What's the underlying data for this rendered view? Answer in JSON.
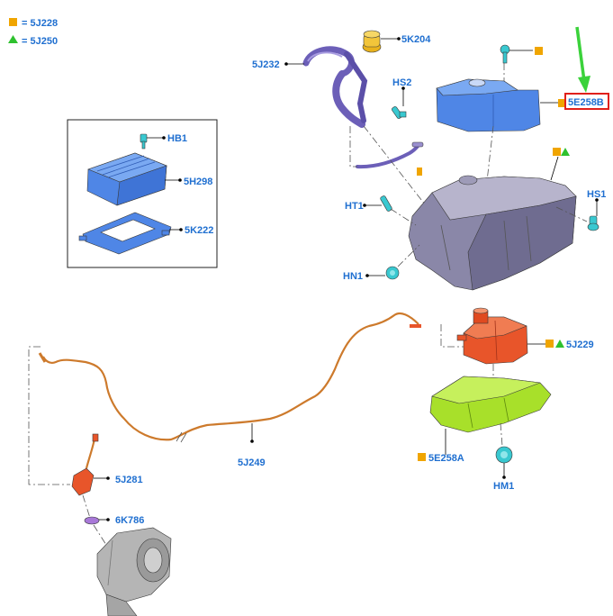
{
  "legend": {
    "items": [
      {
        "symbol": "orange-square",
        "text": "= 5J228",
        "color": "#f0a500"
      },
      {
        "symbol": "green-triangle",
        "text": "= 5J250",
        "color": "#2ec12e"
      }
    ]
  },
  "labels": {
    "p5j232": "5J232",
    "p5k204": "5K204",
    "hs2": "HS2",
    "hb1": "HB1",
    "p5h298": "5H298",
    "p5k222": "5K222",
    "p5e258b": "5E258B",
    "ht1": "HT1",
    "hs1": "HS1",
    "hn1": "HN1",
    "p5j229": "5J229",
    "p5e258a": "5E258A",
    "hm1": "HM1",
    "p5j249": "5J249",
    "p5j281": "5J281",
    "p6k786": "6K786"
  },
  "colors": {
    "callout_text": "#1f6fd0",
    "highlight_box": "#e0201a",
    "arrow": "#3bd23b",
    "marker_square": "#f0a500",
    "marker_triangle": "#2ec12e",
    "part_blue": "#4f86e6",
    "part_purple": "#9a8fcf",
    "part_gray": "#8a87a8",
    "part_orange": "#e8552a",
    "part_green": "#a8e02a",
    "part_cyan": "#39c8d0",
    "part_yellow": "#e9b21c",
    "hose_orange": "#cd7a2c",
    "converter_gray": "#b5b5b5"
  }
}
